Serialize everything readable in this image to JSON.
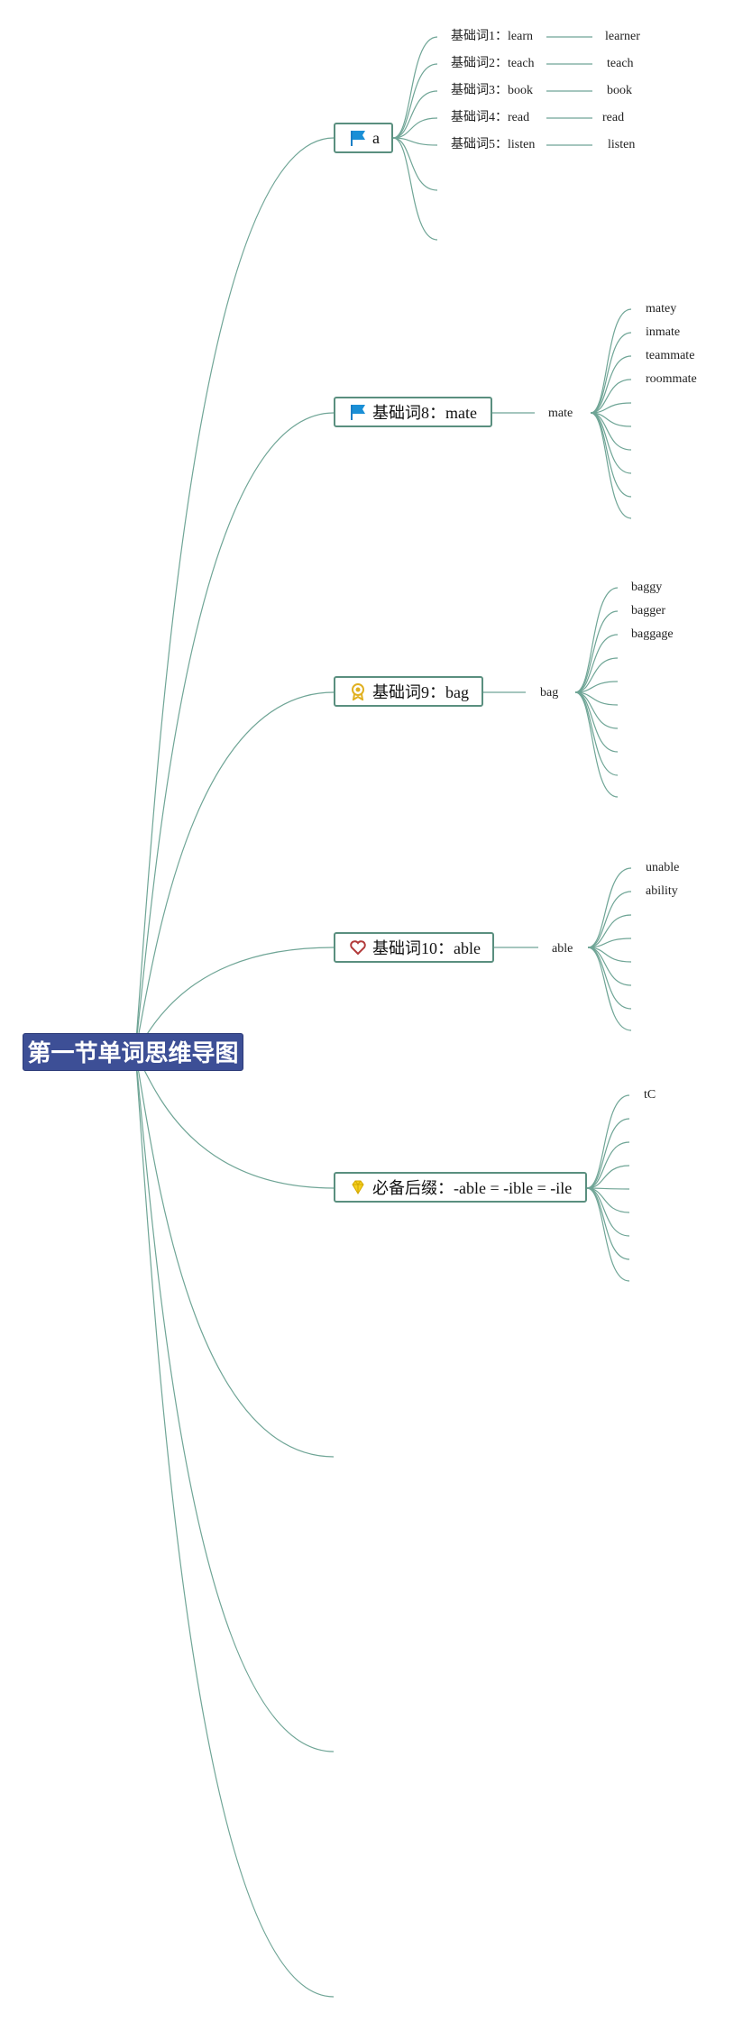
{
  "root": {
    "title": "第一节单词思维导图"
  },
  "topics": [
    {
      "label": "a",
      "icon": "flag-icon"
    },
    {
      "label": "基础词8：mate",
      "icon": "flag-icon"
    },
    {
      "label": "基础词9：bag",
      "icon": "award-icon"
    },
    {
      "label": "基础词10：able",
      "icon": "heart-icon"
    },
    {
      "label": "必备后缀：-able = -ible = -ile",
      "icon": "gem-icon"
    }
  ],
  "section_a": {
    "rows": [
      {
        "base": "基础词1：learn",
        "derived": "learner"
      },
      {
        "base": "基础词2：teach",
        "derived": "teach"
      },
      {
        "base": "基础词3：book",
        "derived": "book"
      },
      {
        "base": "基础词4：read",
        "derived": "read"
      },
      {
        "base": "基础词5：listen",
        "derived": "listen"
      }
    ]
  },
  "section_mate": {
    "hub": "mate",
    "words": [
      "matey",
      "inmate",
      "teammate",
      "roommate"
    ]
  },
  "section_bag": {
    "hub": "bag",
    "words": [
      "baggy",
      "bagger",
      "baggage"
    ]
  },
  "section_able": {
    "hub": "able",
    "words": [
      "unable",
      "ability"
    ]
  },
  "section_suffix": {
    "words": [
      "tC"
    ]
  },
  "colors": {
    "line": "#6fa596",
    "root_fill": "#3d4f96",
    "border": "#5a8f7f"
  }
}
